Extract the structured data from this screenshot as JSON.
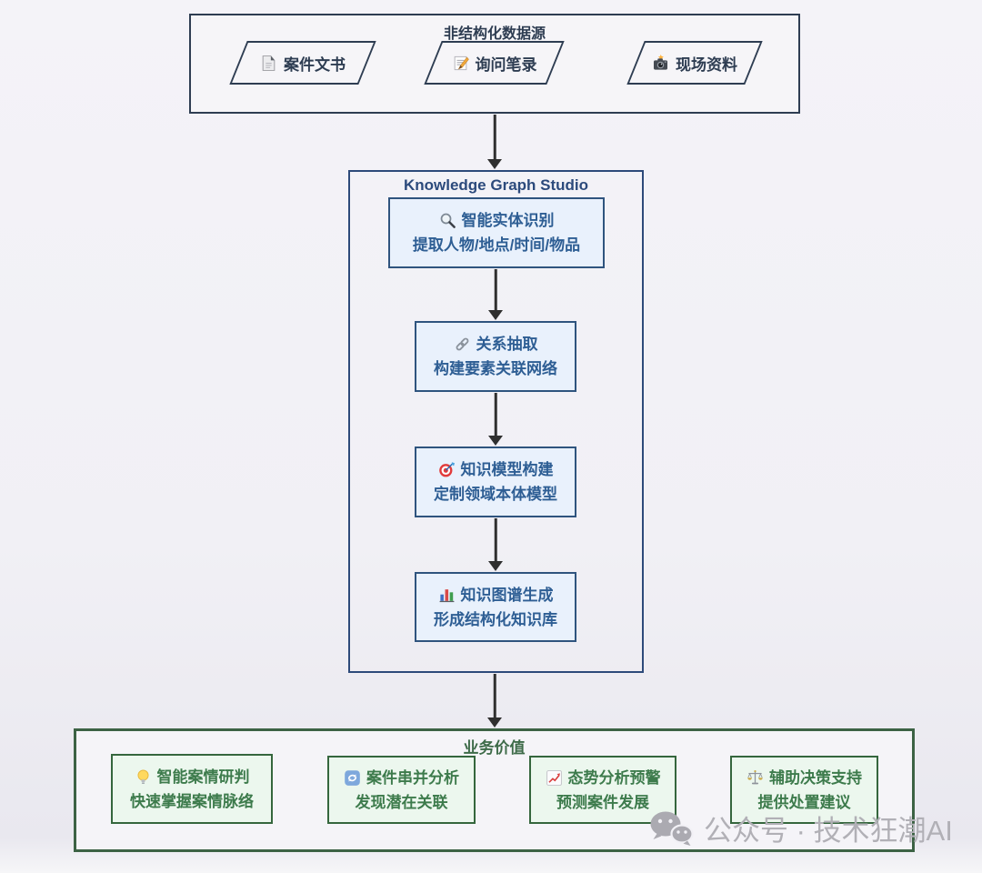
{
  "diagram": {
    "sources": {
      "title": "非结构化数据源",
      "items": [
        {
          "label": "案件文书",
          "icon": "document-icon"
        },
        {
          "label": "询问笔录",
          "icon": "memo-icon"
        },
        {
          "label": "现场资料",
          "icon": "camera-icon"
        }
      ]
    },
    "studio": {
      "title": "Knowledge Graph Studio",
      "steps": [
        {
          "title": "智能实体识别",
          "subtitle": "提取人物/地点/时间/物品",
          "icon": "magnifier-icon"
        },
        {
          "title": "关系抽取",
          "subtitle": "构建要素关联网络",
          "icon": "link-icon"
        },
        {
          "title": "知识模型构建",
          "subtitle": "定制领域本体模型",
          "icon": "target-icon"
        },
        {
          "title": "知识图谱生成",
          "subtitle": "形成结构化知识库",
          "icon": "bar-chart-icon"
        }
      ]
    },
    "value": {
      "title": "业务价值",
      "items": [
        {
          "title": "智能案情研判",
          "subtitle": "快速掌握案情脉络",
          "icon": "bulb-icon"
        },
        {
          "title": "案件串并分析",
          "subtitle": "发现潜在关联",
          "icon": "refresh-icon"
        },
        {
          "title": "态势分析预警",
          "subtitle": "预测案件发展",
          "icon": "trend-icon"
        },
        {
          "title": "辅助决策支持",
          "subtitle": "提供处置建议",
          "icon": "scale-icon"
        }
      ]
    }
  },
  "watermark": {
    "text": "公众号 · 技术狂潮AI",
    "icon": "wechat-icon"
  },
  "colors": {
    "slate": "#2e3d52",
    "studio_blue": "#2d4a7a",
    "node_blue_bg": "#e9f1fc",
    "node_blue_text": "#2e5e94",
    "value_green": "#3c6244",
    "node_green_bg": "#ecf7ee",
    "node_green_text": "#3d7b4c",
    "arrow": "#2f2f2f",
    "watermark_gray": "#b1b0b6"
  }
}
